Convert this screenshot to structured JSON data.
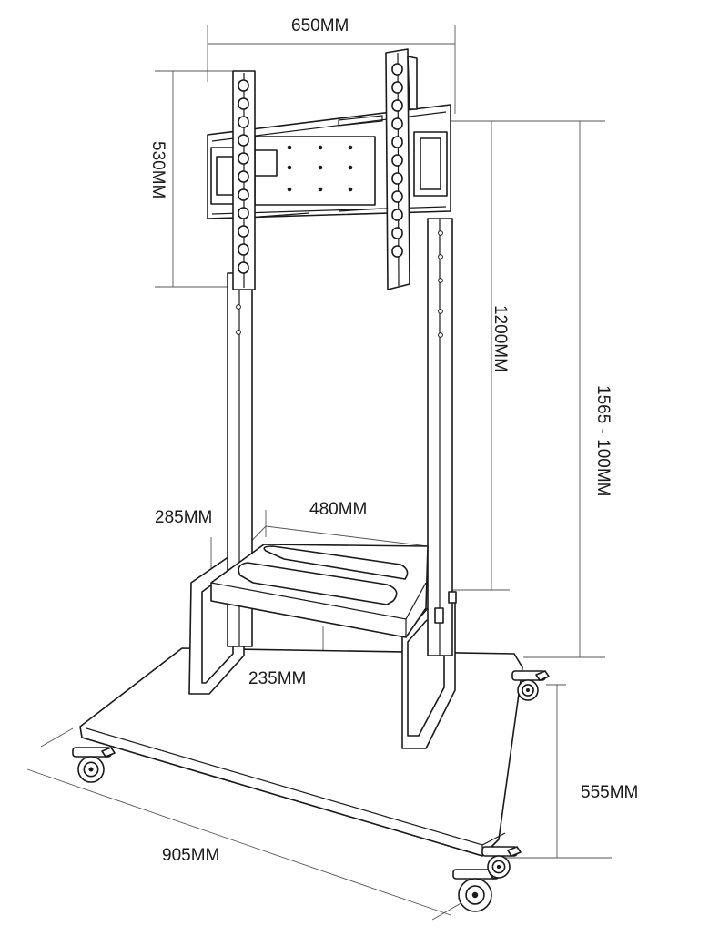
{
  "dimensions": {
    "mount_width": "650MM",
    "mount_height": "530MM",
    "column_height": "1200MM",
    "total_height": "1565 - 100MM",
    "shelf_depth": "285MM",
    "shelf_width": "480MM",
    "shelf_height": "235MM",
    "base_depth": "555MM",
    "base_width": "905MM"
  },
  "colors": {
    "line": "#1a1a1a",
    "dimension_line": "#555555",
    "background": "#ffffff"
  },
  "icons": [
    "caster-wheel-icon"
  ]
}
